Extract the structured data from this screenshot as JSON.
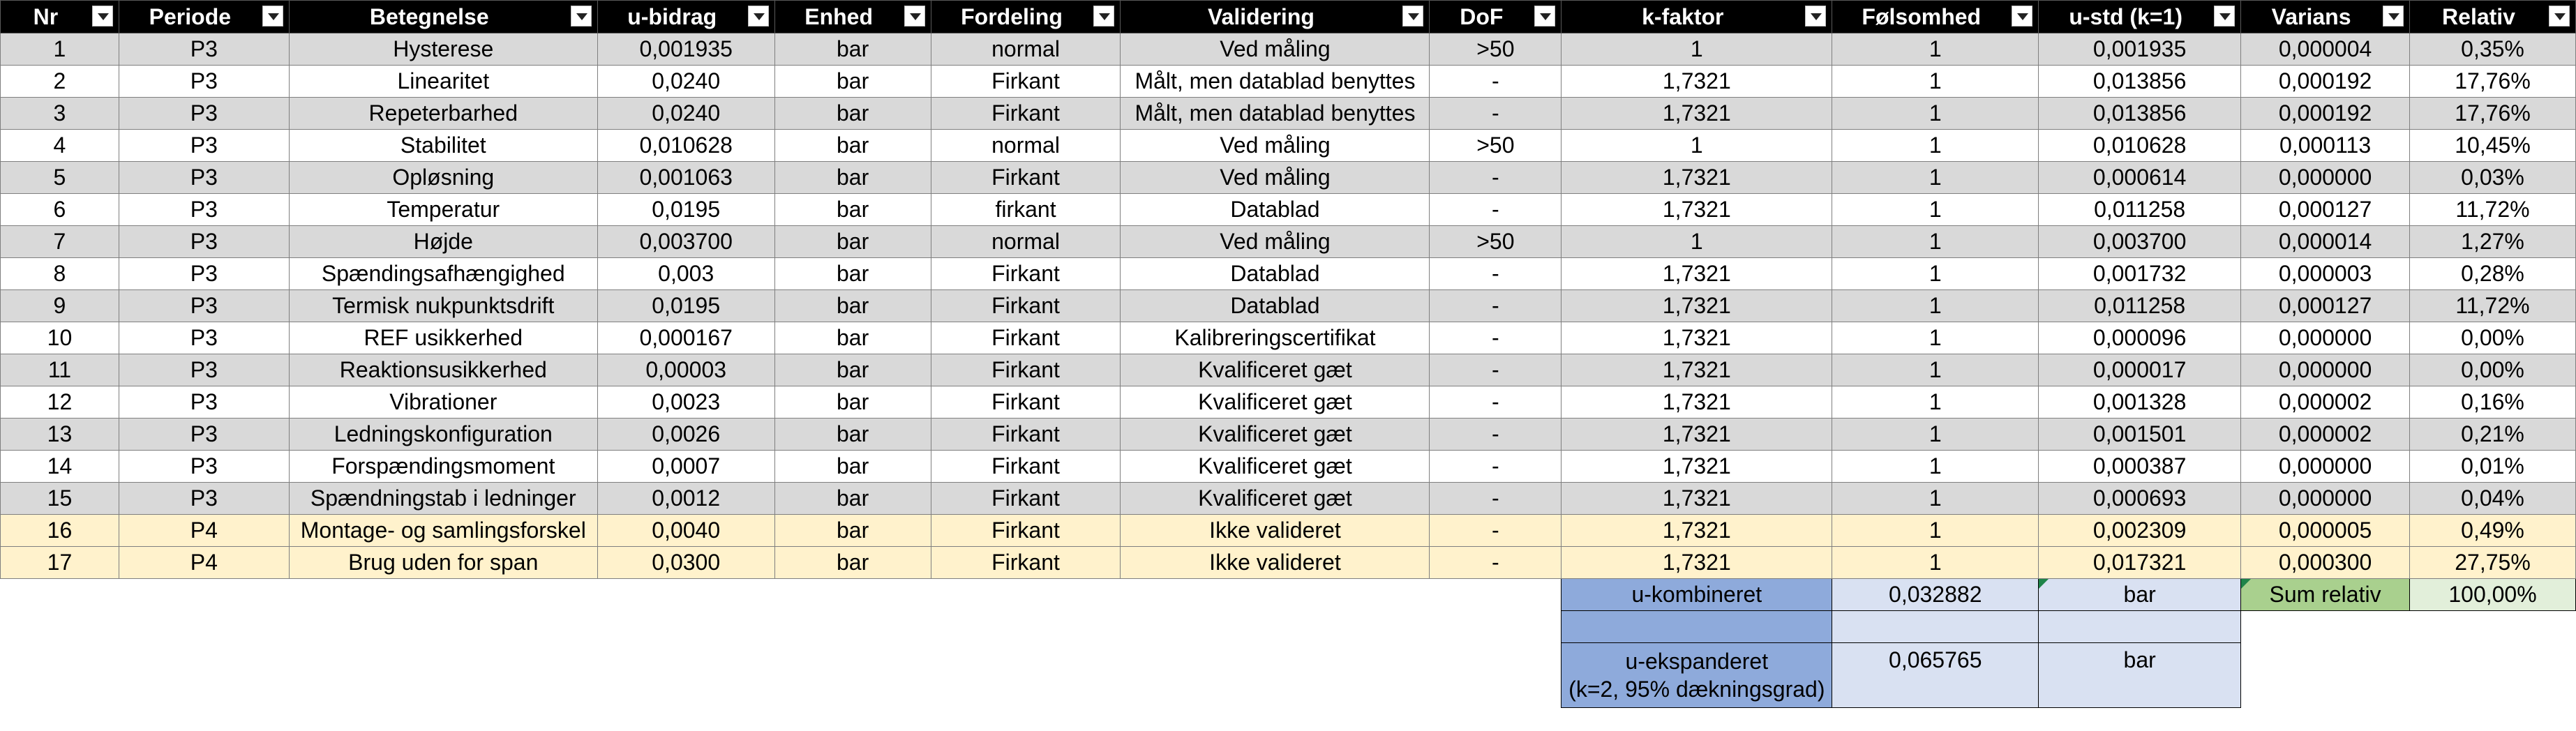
{
  "columns": [
    "Nr",
    "Periode",
    "Betegnelse",
    "u-bidrag",
    "Enhed",
    "Fordeling",
    "Validering",
    "DoF",
    "k-faktor",
    "Følsomhed",
    "u-std (k=1)",
    "Varians",
    "Relativ"
  ],
  "rows": [
    {
      "style": "gray",
      "cells": [
        "1",
        "P3",
        "Hysterese",
        "0,001935",
        "bar",
        "normal",
        "Ved måling",
        ">50",
        "1",
        "1",
        "0,001935",
        "0,000004",
        "0,35%"
      ]
    },
    {
      "style": "white",
      "cells": [
        "2",
        "P3",
        "Linearitet",
        "0,0240",
        "bar",
        "Firkant",
        "Målt, men datablad benyttes",
        "-",
        "1,7321",
        "1",
        "0,013856",
        "0,000192",
        "17,76%"
      ]
    },
    {
      "style": "gray",
      "cells": [
        "3",
        "P3",
        "Repeterbarhed",
        "0,0240",
        "bar",
        "Firkant",
        "Målt, men datablad benyttes",
        "-",
        "1,7321",
        "1",
        "0,013856",
        "0,000192",
        "17,76%"
      ]
    },
    {
      "style": "white",
      "cells": [
        "4",
        "P3",
        "Stabilitet",
        "0,010628",
        "bar",
        "normal",
        "Ved måling",
        ">50",
        "1",
        "1",
        "0,010628",
        "0,000113",
        "10,45%"
      ]
    },
    {
      "style": "gray",
      "cells": [
        "5",
        "P3",
        "Opløsning",
        "0,001063",
        "bar",
        "Firkant",
        "Ved måling",
        "-",
        "1,7321",
        "1",
        "0,000614",
        "0,000000",
        "0,03%"
      ]
    },
    {
      "style": "white",
      "cells": [
        "6",
        "P3",
        "Temperatur",
        "0,0195",
        "bar",
        "firkant",
        "Datablad",
        "-",
        "1,7321",
        "1",
        "0,011258",
        "0,000127",
        "11,72%"
      ]
    },
    {
      "style": "gray",
      "cells": [
        "7",
        "P3",
        "Højde",
        "0,003700",
        "bar",
        "normal",
        "Ved måling",
        ">50",
        "1",
        "1",
        "0,003700",
        "0,000014",
        "1,27%"
      ]
    },
    {
      "style": "white",
      "cells": [
        "8",
        "P3",
        "Spændingsafhængighed",
        "0,003",
        "bar",
        "Firkant",
        "Datablad",
        "-",
        "1,7321",
        "1",
        "0,001732",
        "0,000003",
        "0,28%"
      ]
    },
    {
      "style": "gray",
      "cells": [
        "9",
        "P3",
        "Termisk nukpunktsdrift",
        "0,0195",
        "bar",
        "Firkant",
        "Datablad",
        "-",
        "1,7321",
        "1",
        "0,011258",
        "0,000127",
        "11,72%"
      ]
    },
    {
      "style": "white",
      "cells": [
        "10",
        "P3",
        "REF usikkerhed",
        "0,000167",
        "bar",
        "Firkant",
        "Kalibreringscertifikat",
        "-",
        "1,7321",
        "1",
        "0,000096",
        "0,000000",
        "0,00%"
      ]
    },
    {
      "style": "gray",
      "cells": [
        "11",
        "P3",
        "Reaktionsusikkerhed",
        "0,00003",
        "bar",
        "Firkant",
        "Kvalificeret gæt",
        "-",
        "1,7321",
        "1",
        "0,000017",
        "0,000000",
        "0,00%"
      ]
    },
    {
      "style": "white",
      "cells": [
        "12",
        "P3",
        "Vibrationer",
        "0,0023",
        "bar",
        "Firkant",
        "Kvalificeret gæt",
        "-",
        "1,7321",
        "1",
        "0,001328",
        "0,000002",
        "0,16%"
      ]
    },
    {
      "style": "gray",
      "cells": [
        "13",
        "P3",
        "Ledningskonfiguration",
        "0,0026",
        "bar",
        "Firkant",
        "Kvalificeret gæt",
        "-",
        "1,7321",
        "1",
        "0,001501",
        "0,000002",
        "0,21%"
      ]
    },
    {
      "style": "white",
      "cells": [
        "14",
        "P3",
        "Forspændingsmoment",
        "0,0007",
        "bar",
        "Firkant",
        "Kvalificeret gæt",
        "-",
        "1,7321",
        "1",
        "0,000387",
        "0,000000",
        "0,01%"
      ]
    },
    {
      "style": "gray",
      "cells": [
        "15",
        "P3",
        "Spændningstab i ledninger",
        "0,0012",
        "bar",
        "Firkant",
        "Kvalificeret gæt",
        "-",
        "1,7321",
        "1",
        "0,000693",
        "0,000000",
        "0,04%"
      ]
    },
    {
      "style": "yellow",
      "cells": [
        "16",
        "P4",
        "Montage- og samlingsforskel",
        "0,0040",
        "bar",
        "Firkant",
        "Ikke valideret",
        "-",
        "1,7321",
        "1",
        "0,002309",
        "0,000005",
        "0,49%"
      ]
    },
    {
      "style": "yellow",
      "cells": [
        "17",
        "P4",
        "Brug uden for span",
        "0,0300",
        "bar",
        "Firkant",
        "Ikke valideret",
        "-",
        "1,7321",
        "1",
        "0,017321",
        "0,000300",
        "27,75%"
      ]
    }
  ],
  "summary": {
    "combined_label": "u-kombineret",
    "combined_value": "0,032882",
    "combined_unit": "bar",
    "sum_label": "Sum relativ",
    "sum_value": "100,00%",
    "expanded_label_1": "u-ekspanderet",
    "expanded_label_2": "(k=2, 95% dækningsgrad)",
    "expanded_value": "0,065765",
    "expanded_unit": "bar"
  },
  "colors": {
    "header_bg": "#000000",
    "row_gray": "#d9d9d9",
    "row_yellow": "#fff2cc",
    "summary_blue": "#8eaadb",
    "summary_light_blue": "#d9e1f2",
    "summary_green": "#a9d08e",
    "summary_light_green": "#e2efda"
  }
}
